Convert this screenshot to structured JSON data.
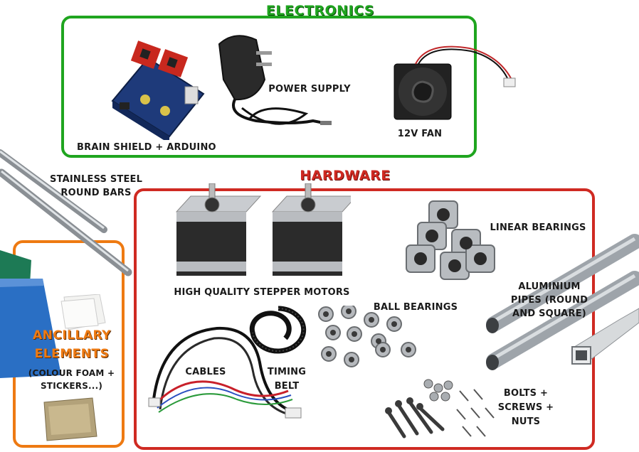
{
  "sections": {
    "electronics": {
      "title": "ELECTRONICS",
      "color": "#1fa51f"
    },
    "hardware": {
      "title": "HARDWARE",
      "color": "#cf2a22"
    },
    "ancillary": {
      "title_line1": "ANCILLARY",
      "title_line2": "ELEMENTS",
      "subtitle_line1": "(COLOUR FOAM  +",
      "subtitle_line2": "STICKERS...)",
      "color": "#ee7a12"
    }
  },
  "labels": {
    "brain_shield": "BRAIN SHIELD + ARDUINO",
    "power_supply": "POWER SUPPLY",
    "fan": "12V FAN",
    "steel_bars_line1": "STAINLESS STEEL",
    "steel_bars_line2": "ROUND BARS",
    "stepper_motors": "HIGH QUALITY STEPPER MOTORS",
    "linear_bearings": "LINEAR BEARINGS",
    "aluminium_line1": "ALUMINIUM",
    "aluminium_line2": "PIPES (ROUND",
    "aluminium_line3": "AND SQUARE)",
    "ball_bearings": "BALL BEARINGS",
    "cables": "CABLES",
    "timing_belt_line1": "TIMING",
    "timing_belt_line2": "BELT",
    "bolts_line1": "BOLTS +",
    "bolts_line2": "SCREWS +",
    "bolts_line3": "NUTS"
  },
  "icons": [
    "arduino-board-icon",
    "power-adapter-icon",
    "fan-icon",
    "steel-bar-icon",
    "stepper-motor-icon",
    "linear-bearing-icon",
    "aluminium-pipe-icon",
    "square-tube-icon",
    "ball-bearing-icon",
    "cable-icon",
    "timing-belt-icon",
    "bolt-icon",
    "foam-sheet-icon",
    "sticker-icon",
    "pouch-icon"
  ]
}
